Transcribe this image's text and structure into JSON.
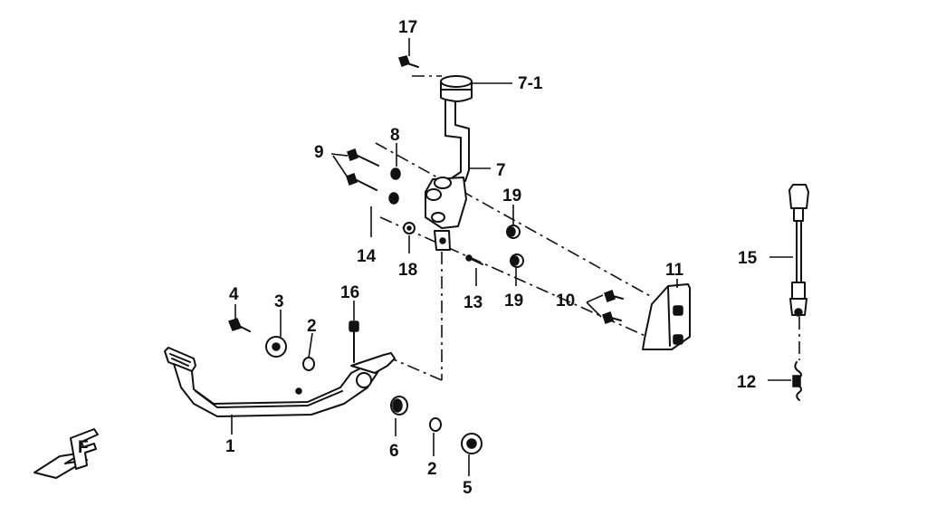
{
  "labels": {
    "p1": "1",
    "p2a": "2",
    "p2b": "2",
    "p3": "3",
    "p4": "4",
    "p5": "5",
    "p6": "6",
    "p7": "7",
    "p7_1": "7-1",
    "p8": "8",
    "p9": "9",
    "p10": "10",
    "p11": "11",
    "p12": "12",
    "p13": "13",
    "p14": "14",
    "p15": "15",
    "p16": "16",
    "p17": "17",
    "p18": "18",
    "p19a": "19",
    "p19b": "19"
  },
  "front_marker": "F",
  "colors": {
    "ink": "#111111",
    "background": "#ffffff"
  }
}
